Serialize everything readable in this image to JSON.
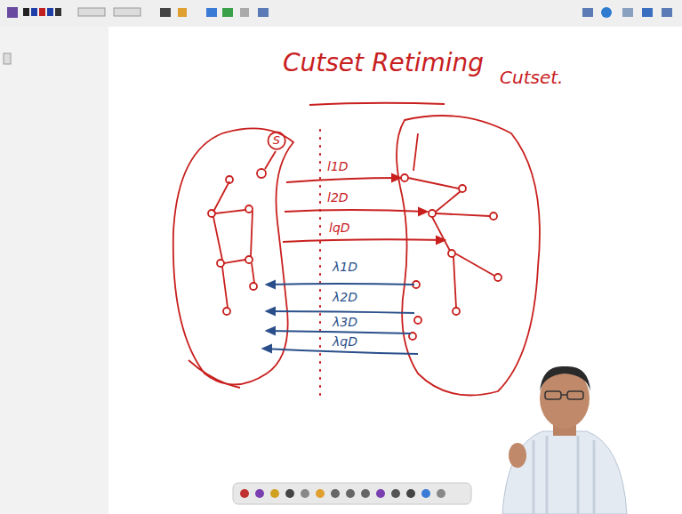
{
  "diagram": {
    "title": "Cutset Retiming",
    "nodes": [
      {
        "text": [
          "S"
        ]
      }
    ],
    "labels": [
      "Cutset.",
      "l1D",
      "l2D",
      "lqD",
      "λ1D",
      "λ2D",
      "λ3D",
      "λqD"
    ]
  }
}
